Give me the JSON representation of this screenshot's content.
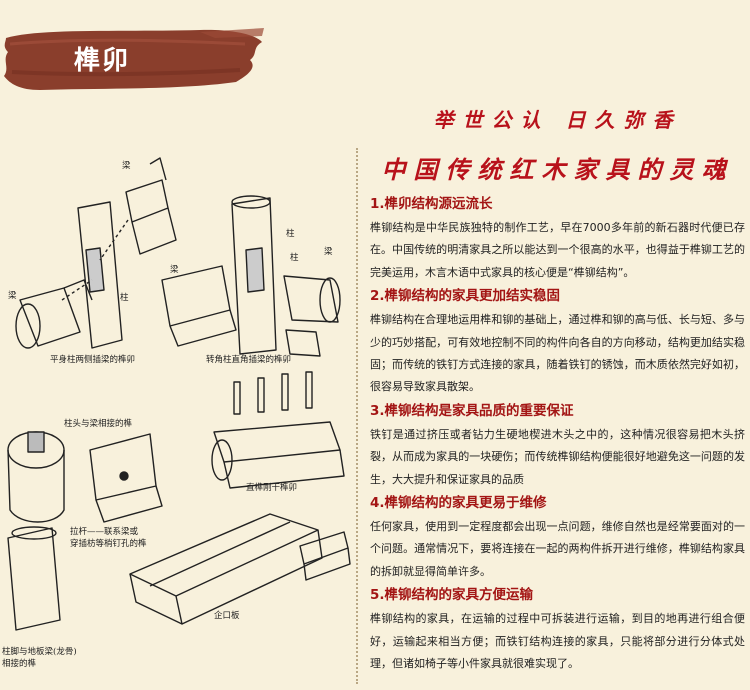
{
  "header": {
    "title": "榫卯"
  },
  "slogans": {
    "line1": "举世公认 日久弥香",
    "line2": "中国传统红木家具的灵魂"
  },
  "sections": [
    {
      "title": "1.榫卯结构源远流长",
      "body": "榫铆结构是中华民族独特的制作工艺，早在7000多年前的新石器时代便已存在。中国传统的明清家具之所以能达到一个很高的水平，也得益于榫铆工艺的完美运用，木言木语中式家具的核心便是“榫铆结构”。"
    },
    {
      "title": "2.榫铆结构的家具更加结实稳固",
      "body": "榫铆结构在合理地运用榫和铆的基础上，通过榫和铆的高与低、长与短、多与少的巧妙搭配，可有效地控制不同的构件向各自的方向移动，结构更加结实稳固；而传统的铁钉方式连接的家具，随着铁钉的锈蚀，而木质依然完好如初，很容易导致家具散架。"
    },
    {
      "title": "3.榫铆结构是家具品质的重要保证",
      "body": "铁钉是通过挤压或者钻力生硬地楔进木头之中的，这种情况很容易把木头挤裂，从而成为家具的一块硬伤；而传统榫铆结构便能很好地避免这一问题的发生，大大提升和保证家具的品质"
    },
    {
      "title": "4.榫铆结构的家具更易于维修",
      "body": "任何家具，使用到一定程度都会出现一点问题，维修自然也是经常要面对的一个问题。通常情况下，要将连接在一起的两构件拆开进行维修，榫铆结构家具的拆卸就显得简单许多。"
    },
    {
      "title": "5.榫铆结构的家具方便运输",
      "body": "榫铆结构的家具，在运输的过程中可拆装进行运输，到目的地再进行组合便好，运输起来相当方便；而铁钉结构连接的家具，只能将部分进行分体式处理，但诸如椅子等小件家具就很难实现了。"
    }
  ],
  "illustration": {
    "labels": {
      "liang_1": "梁",
      "zhu_1": "柱",
      "liang_2": "梁",
      "zhu_2": "柱",
      "liang_3": "梁",
      "zhu_3": "柱",
      "liang_4": "梁",
      "zhutou": "柱头与梁相接的榫",
      "laqian_1": "拉杆——联系梁或",
      "laqian_2": "穿插枋等梢钉孔的榫",
      "zhujiao_1": "柱脚与地板梁(龙骨)",
      "zhujiao_2": "相接的榫"
    },
    "captions": {
      "c1": "平身柱两侧插梁的榫卯",
      "c2": "转角柱直角插梁的榫卯",
      "c3": "直榫刚干榫卯",
      "c4": "企口板"
    }
  }
}
